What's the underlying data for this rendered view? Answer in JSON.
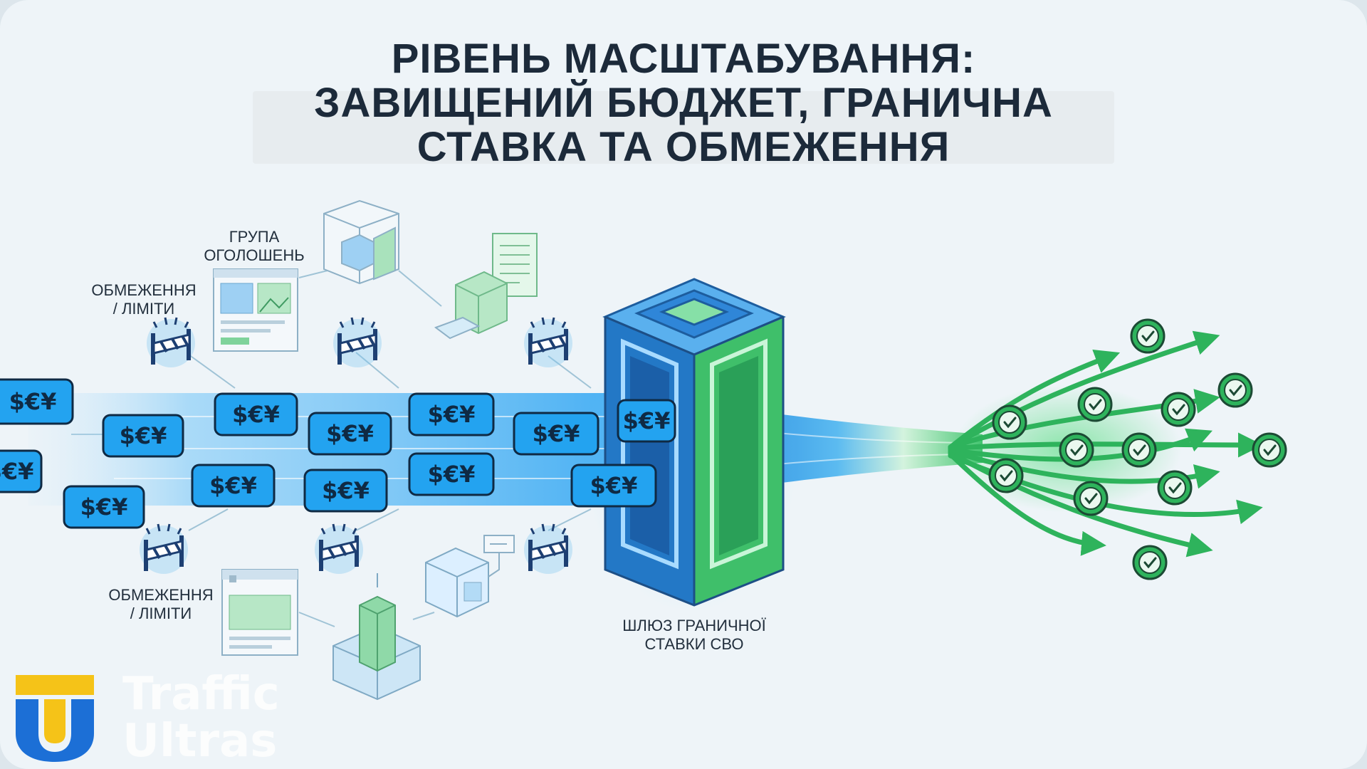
{
  "title": {
    "lines": [
      "РІВЕНЬ МАСШТАБУВАННЯ:",
      "ЗАВИЩЕНИЙ БЮДЖЕТ, ГРАНИЧНА",
      "СТАВКА ТА ОБМЕЖЕННЯ"
    ]
  },
  "labels": {
    "ad_group": [
      "ГРУПА",
      "ОГОЛОШЕНЬ"
    ],
    "limits_top": [
      "ОБМЕЖЕННЯ",
      "/ ЛІМІТИ"
    ],
    "limits_bottom": [
      "ОБМЕЖЕННЯ",
      "/ ЛІМІТИ"
    ],
    "gateway": [
      "ШЛЮЗ ГРАНИЧНОЇ",
      "СТАВКИ СВО"
    ]
  },
  "currency_chip_text": "$€¥",
  "brand": {
    "name_line1": "Traffic",
    "name_line2": "Ultras"
  },
  "colors": {
    "background": "#eef4f8",
    "title": "#1c2a3a",
    "flow_blue": "#1e90e8",
    "chip_fill": "#23a3f0",
    "gateway_blue": "#2f86d8",
    "gateway_green": "#3fbf6a",
    "success_green": "#2eb35c",
    "barrier_navy": "#1d3f72",
    "logo_yellow": "#f5c318",
    "logo_blue": "#1c6fd6"
  }
}
